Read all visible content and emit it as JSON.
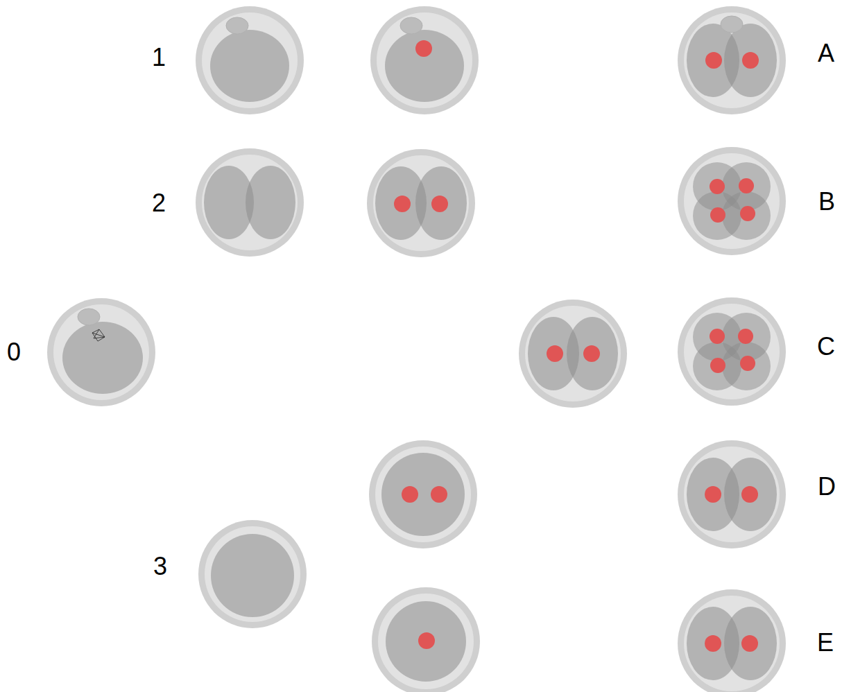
{
  "diagram": {
    "labels": [
      "1",
      "A",
      "2",
      "B",
      "0",
      "C",
      "D",
      "3",
      "E"
    ]
  }
}
